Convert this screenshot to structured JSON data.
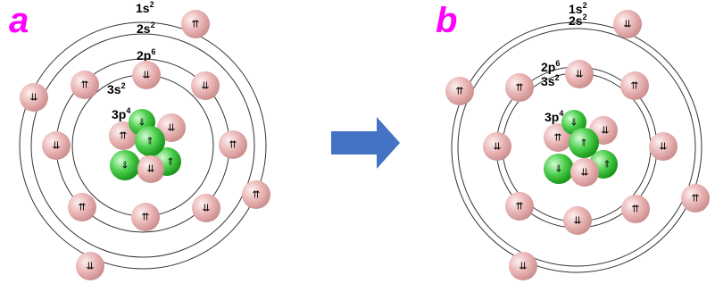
{
  "colors": {
    "panel_letter": "#ff00ff",
    "arrow": "#4472c4",
    "electron_pink_light": "#fbe1e1",
    "electron_pink_dark": "#c98c8c",
    "electron_green_light": "#b8f5b8",
    "electron_green_dark": "#1f9e1f",
    "orbit": "#333333"
  },
  "panels": [
    {
      "letter": "a",
      "labels": {
        "s1": {
          "base": "1s",
          "sup": "2"
        },
        "s2": {
          "base": "2s",
          "sup": "2"
        },
        "p2": {
          "base": "2p",
          "sup": "6"
        },
        "s3": {
          "base": "3s",
          "sup": "2"
        },
        "p3": {
          "base": "3p",
          "sup": "4"
        }
      },
      "electrons": [
        {
          "spin": "⇈",
          "color": "pink"
        },
        {
          "spin": "⇊",
          "color": "pink"
        },
        {
          "spin": "⇈",
          "color": "pink"
        },
        {
          "spin": "⇊",
          "color": "pink"
        },
        {
          "spin": "⇊",
          "color": "pink"
        },
        {
          "spin": "⇈",
          "color": "pink"
        },
        {
          "spin": "⇊",
          "color": "pink"
        },
        {
          "spin": "⇈",
          "color": "pink"
        },
        {
          "spin": "⇊",
          "color": "pink"
        },
        {
          "spin": "⇈",
          "color": "pink"
        },
        {
          "spin": "⇊",
          "color": "pink"
        },
        {
          "spin": "⇈",
          "color": "pink"
        },
        {
          "spin": "⇈",
          "color": "pink"
        },
        {
          "spin": "⇊",
          "color": "pink"
        },
        {
          "spin": "⇓",
          "color": "green"
        },
        {
          "spin": "⇊",
          "color": "pink"
        },
        {
          "spin": "⇈",
          "color": "pink"
        },
        {
          "spin": "⇑",
          "color": "green"
        },
        {
          "spin": "⇓",
          "color": "green"
        },
        {
          "spin": "⇑",
          "color": "green"
        },
        {
          "spin": "⇊",
          "color": "pink"
        }
      ]
    },
    {
      "letter": "b",
      "labels": {
        "s1": {
          "base": "1s",
          "sup": "2"
        },
        "s2": {
          "base": "2s",
          "sup": "2"
        },
        "p2": {
          "base": "2p",
          "sup": "6"
        },
        "s3": {
          "base": "3s",
          "sup": "2"
        },
        "p3": {
          "base": "3p",
          "sup": "4"
        }
      },
      "electrons": [
        {
          "spin": "⇊",
          "color": "pink"
        },
        {
          "spin": "⇈",
          "color": "pink"
        },
        {
          "spin": "⇈",
          "color": "pink"
        },
        {
          "spin": "⇈",
          "color": "pink"
        },
        {
          "spin": "⇊",
          "color": "pink"
        },
        {
          "spin": "⇈",
          "color": "pink"
        },
        {
          "spin": "⇊",
          "color": "pink"
        },
        {
          "spin": "⇊",
          "color": "pink"
        },
        {
          "spin": "⇈",
          "color": "pink"
        },
        {
          "spin": "⇈",
          "color": "pink"
        },
        {
          "spin": "⇊",
          "color": "pink"
        },
        {
          "spin": "⇈",
          "color": "pink"
        },
        {
          "spin": "⇊",
          "color": "pink"
        },
        {
          "spin": "⇓",
          "color": "green"
        },
        {
          "spin": "⇈",
          "color": "pink"
        },
        {
          "spin": "⇊",
          "color": "pink"
        },
        {
          "spin": "⇑",
          "color": "green"
        },
        {
          "spin": "⇓",
          "color": "green"
        },
        {
          "spin": "⇑",
          "color": "green"
        },
        {
          "spin": "⇊",
          "color": "pink"
        }
      ]
    }
  ]
}
